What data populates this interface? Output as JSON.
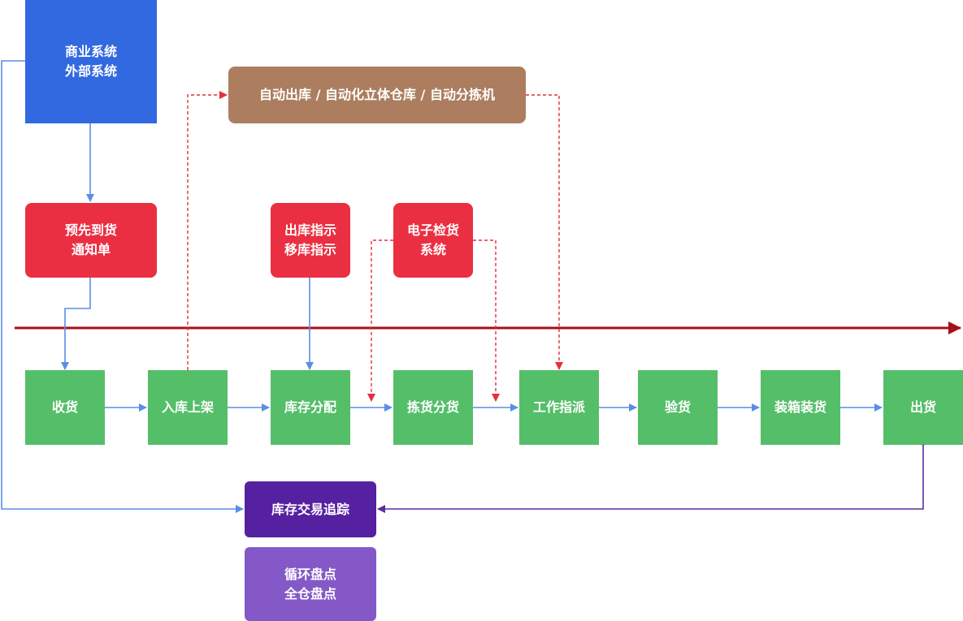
{
  "boxes": {
    "business_system": [
      "商业系统",
      "外部系统"
    ],
    "auto_systems": "自动出库 / 自动化立体仓库 / 自动分拣机",
    "asn": [
      "预先到货",
      "通知单"
    ],
    "outbound_instruction": [
      "出库指示",
      "移库指示"
    ],
    "e_check": [
      "电子检货",
      "系统"
    ],
    "inventory_tracking": "库存交易追踪",
    "cycle_count": [
      "循环盘点",
      "全仓盘点"
    ]
  },
  "process_steps": [
    "收货",
    "入库上架",
    "库存分配",
    "拣货分货",
    "工作指派",
    "验货",
    "装箱装货",
    "出货"
  ],
  "colors": {
    "blue": "#3369e0",
    "red": "#eb2f42",
    "brown": "#ac7e5f",
    "green": "#55be69",
    "dark_purple": "#5521a1",
    "light_purple": "#8459c7",
    "timeline": "#a6101d",
    "blue_arrow": "#5a8ee6",
    "red_dashed": "#e52f3d",
    "purple_arrow": "#5a2ba3"
  }
}
